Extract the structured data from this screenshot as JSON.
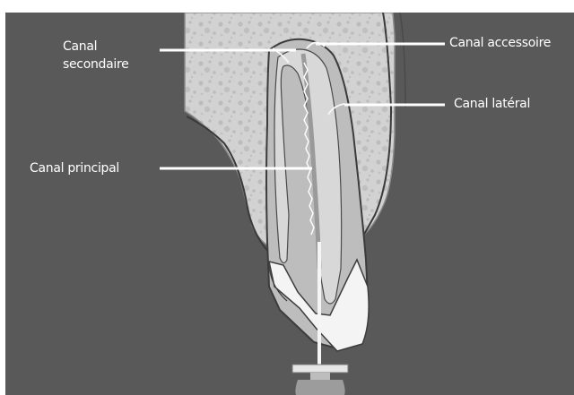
{
  "labels": {
    "secondary_line1": "Canal",
    "secondary_line2": "secondaire",
    "accessory": "Canal accessoire",
    "lateral": "Canal latéral",
    "principal": "Canal principal"
  },
  "colors": {
    "background": "#595959",
    "bone": "#d2d2d2",
    "tooth": "#bdbdbd",
    "pulp": "#d8d8d8",
    "enamel": "#f4f4f4",
    "leader_lines": "#ffffff"
  }
}
